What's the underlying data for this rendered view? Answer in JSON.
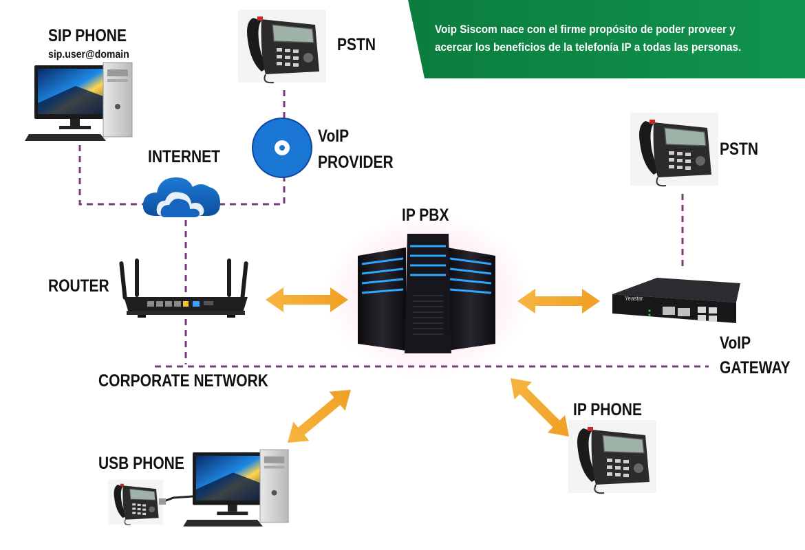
{
  "banner": {
    "line1": "Voip Siscom nace con el firme propósito de poder proveer y",
    "line2": "acercar los beneficios de la telefonía IP a todas las personas.",
    "color": "#0f8a4a"
  },
  "nodes": {
    "sip_phone": {
      "label": "SIP PHONE",
      "sublabel": "sip.user@domain"
    },
    "pstn_top": {
      "label": "PSTN"
    },
    "voip_provider": {
      "line1": "VoIP",
      "line2": "PROVIDER"
    },
    "internet": {
      "label": "INTERNET"
    },
    "pstn_right": {
      "label": "PSTN"
    },
    "ip_pbx": {
      "label": "IP PBX"
    },
    "router": {
      "label": "ROUTER"
    },
    "voip_gateway": {
      "line1": "VoIP",
      "line2": "GATEWAY",
      "brand": "Yeastar"
    },
    "corporate_network": {
      "label": "CORPORATE NETWORK"
    },
    "ip_phone": {
      "label": "IP PHONE"
    },
    "usb_phone": {
      "label": "USB PHONE"
    }
  },
  "colors": {
    "dashed_line": "#7a3a7a",
    "arrow": "#f2a42e",
    "cloud": "#1565c0",
    "provider_disc": "#1976d2",
    "server_glow": "#2ea8ff"
  }
}
